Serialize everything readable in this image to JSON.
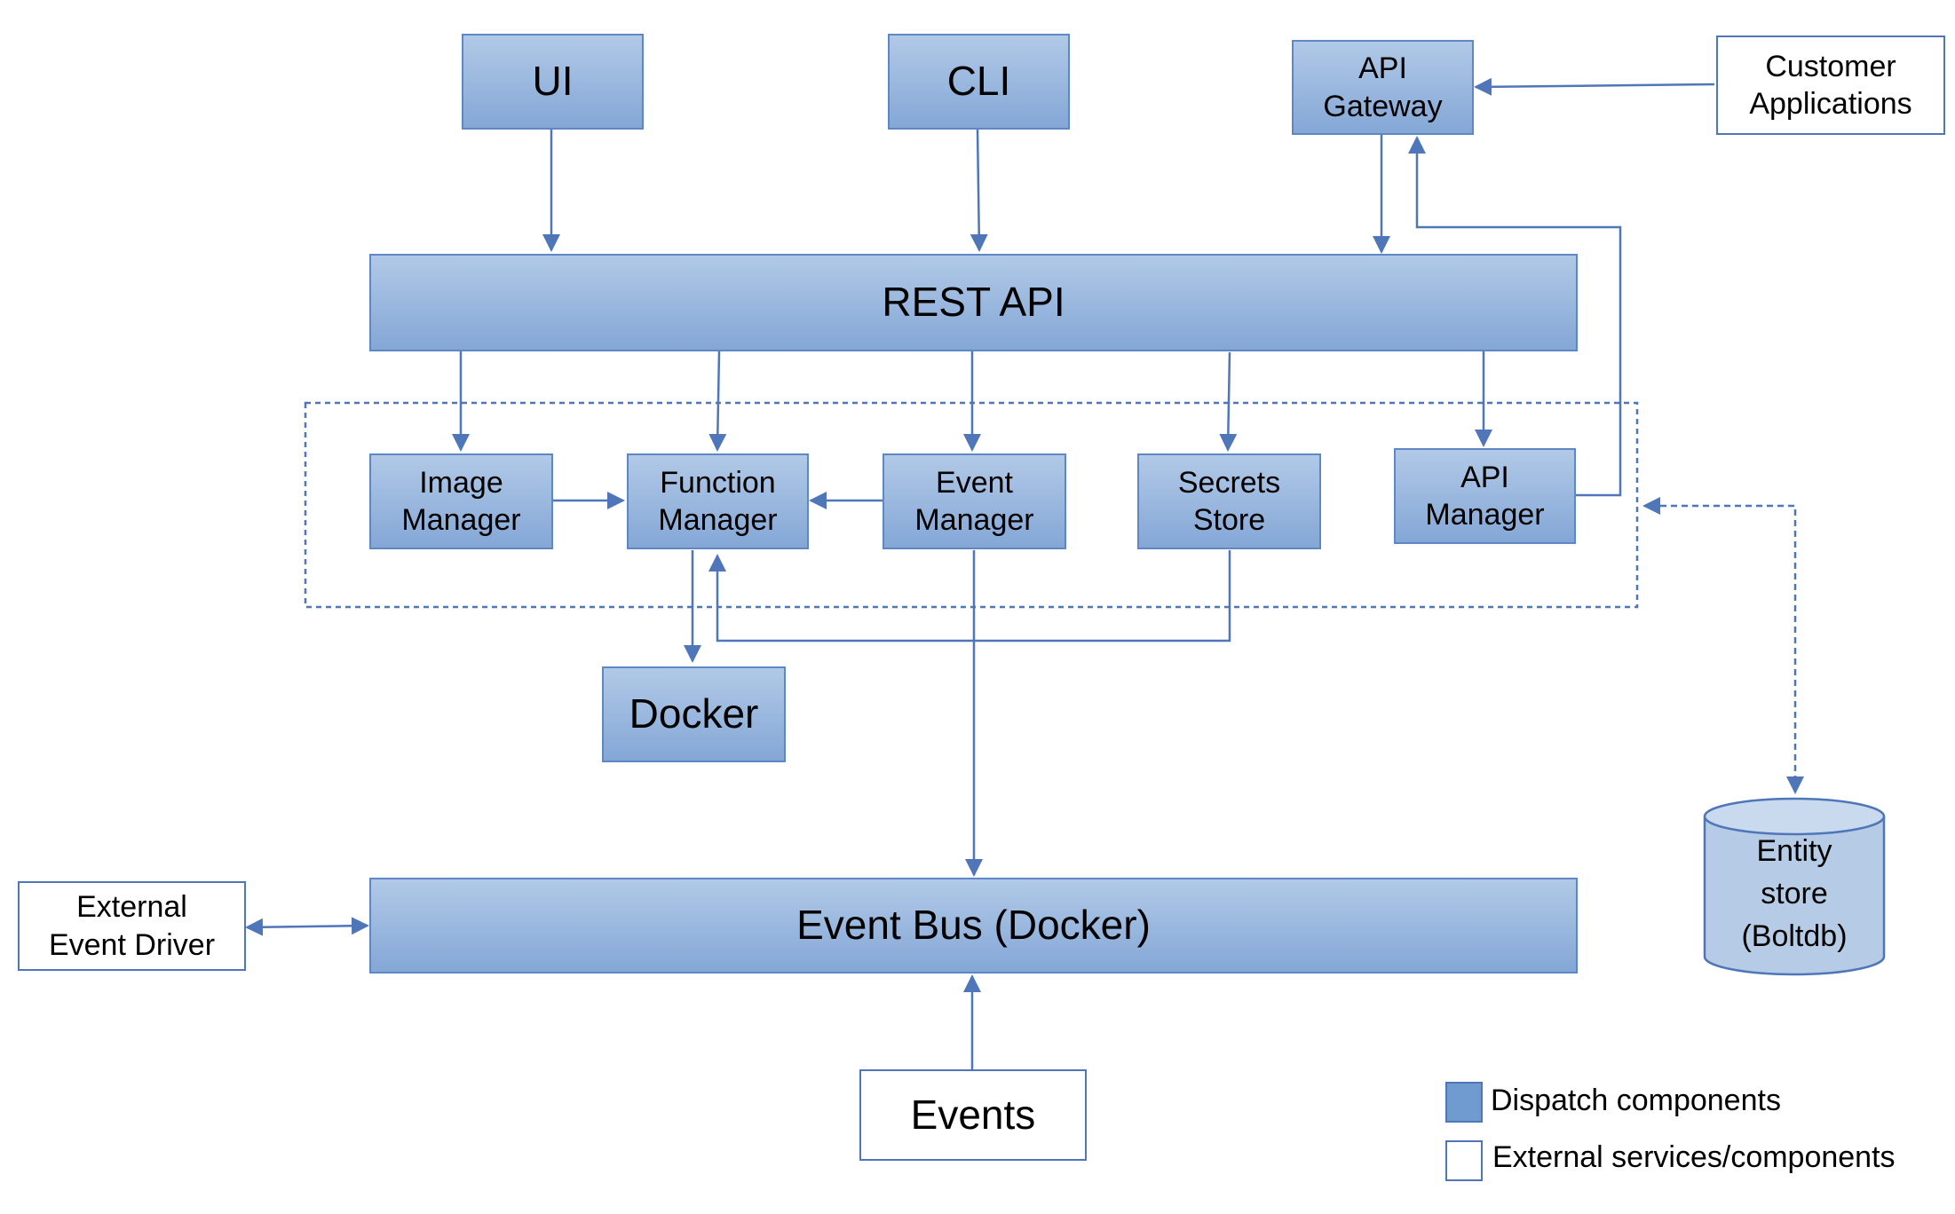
{
  "nodes": {
    "ui": "UI",
    "cli": "CLI",
    "api_gateway": "API\nGateway",
    "customer_applications": "Customer\nApplications",
    "rest_api": "REST API",
    "image_manager": "Image\nManager",
    "function_manager": "Function\nManager",
    "event_manager": "Event\nManager",
    "secrets_store": "Secrets\nStore",
    "api_manager": "API\nManager",
    "docker": "Docker",
    "external_event_driver": "External\nEvent Driver",
    "event_bus": "Event Bus (Docker)",
    "events": "Events",
    "entity_store": "Entity\nstore\n(Boltdb)"
  },
  "legend": {
    "dispatch": "Dispatch components",
    "external": "External services/components"
  },
  "colors": {
    "component_fill_top": "#b1c9e7",
    "component_fill_bottom": "#84a7d6",
    "component_border": "#5f87c4",
    "connector": "#4f76b8",
    "legend_dispatch": "#6f9bd1"
  }
}
